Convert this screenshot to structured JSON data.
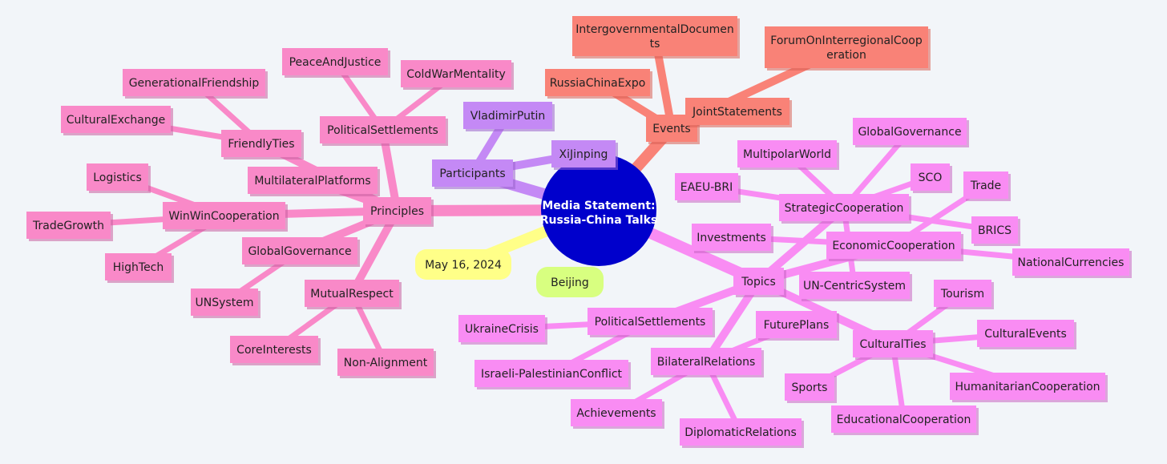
{
  "colors": {
    "background": "#f2f5f9",
    "root": "#0000cc",
    "events": "#f98277",
    "events_shadow": "#d96055",
    "principles": "#f989c8",
    "principles_shadow": "#c95ea0",
    "participants": "#c489f5",
    "participants_shadow": "#9a62cc",
    "topics": "#f98cf3",
    "topics_shadow": "#c964c3",
    "date": "#ffff88",
    "location": "#d8ff80"
  },
  "root": {
    "line1": "Media Statement:",
    "line2": "Russia-China Talks"
  },
  "date": "May 16, 2024",
  "location": "Beijing",
  "events": {
    "label": "Events",
    "children": [
      {
        "line1": "IntergovernmentalDocumen",
        "line2": "ts"
      },
      {
        "line1": "ForumOnInterregionalCoop",
        "line2": "eration"
      },
      {
        "line1": "RussiaChinaExpo"
      },
      {
        "line1": "JointStatements"
      }
    ]
  },
  "participants": {
    "label": "Participants",
    "children": [
      "VladimirPutin",
      "XiJinping"
    ]
  },
  "principles": {
    "label": "Principles",
    "political_settlements": {
      "label": "PoliticalSettlements",
      "children": [
        "PeaceAndJustice",
        "ColdWarMentality"
      ]
    },
    "friendly_ties": {
      "label": "FriendlyTies",
      "children": [
        "GenerationalFriendship",
        "CulturalExchange"
      ]
    },
    "multilateral_platforms": "MultilateralPlatforms",
    "win_win": {
      "label": "WinWinCooperation",
      "children": [
        "Logistics",
        "TradeGrowth",
        "HighTech"
      ]
    },
    "global_governance": {
      "label": "GlobalGovernance",
      "children": [
        "UNSystem"
      ]
    },
    "mutual_respect": {
      "label": "MutualRespect",
      "children": [
        "CoreInterests",
        "Non-Alignment"
      ]
    }
  },
  "topics": {
    "label": "Topics",
    "strategic": {
      "label": "StrategicCooperation",
      "children": [
        "MultipolarWorld",
        "GlobalGovernance",
        "EAEU-BRI",
        "SCO",
        "BRICS",
        "UN-CentricSystem"
      ]
    },
    "economic": {
      "label": "EconomicCooperation",
      "children": [
        "Trade",
        "Investments",
        "NationalCurrencies"
      ]
    },
    "political": {
      "label": "PoliticalSettlements",
      "children": [
        "UkraineCrisis",
        "Israeli-PalestinianConflict"
      ]
    },
    "bilateral": {
      "label": "BilateralRelations",
      "children": [
        "FuturePlans",
        "Achievements",
        "DiplomaticRelations"
      ]
    },
    "cultural": {
      "label": "CulturalTies",
      "children": [
        "Tourism",
        "CulturalEvents",
        "HumanitarianCooperation",
        "Sports",
        "EducationalCooperation"
      ]
    }
  }
}
